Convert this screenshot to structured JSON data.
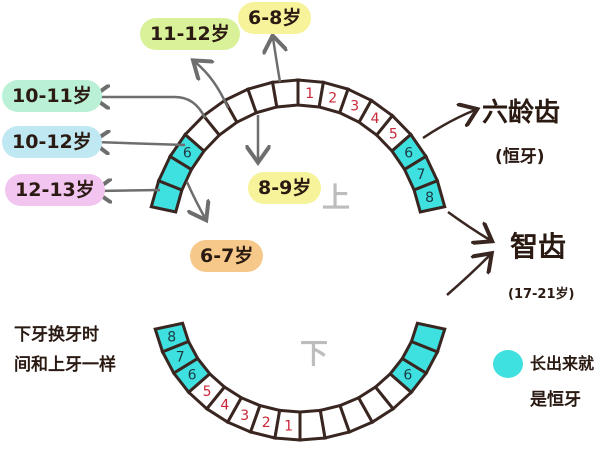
{
  "ages": {
    "a11_12": {
      "text": "11-12岁",
      "color": "#d9f29a"
    },
    "a6_8": {
      "text": "6-8岁",
      "color": "#f6f39a"
    },
    "a10_11": {
      "text": "10-11岁",
      "color": "#b9f0d6"
    },
    "a10_12": {
      "text": "10-12岁",
      "color": "#bfe8f3"
    },
    "a12_13": {
      "text": "12-13岁",
      "color": "#f1c5ef"
    },
    "a8_9": {
      "text": "8-9岁",
      "color": "#f6f39a"
    },
    "a6_7": {
      "text": "6-7岁",
      "color": "#f6c98a"
    }
  },
  "upper_label": "上",
  "lower_label": "下",
  "six_year_molar": {
    "title": "六龄齿",
    "sub": "(恒牙)"
  },
  "wisdom": {
    "title": "智齿",
    "sub": "(17-21岁)"
  },
  "lower_note": {
    "line1": "下牙换牙时",
    "line2": "间和上牙一样"
  },
  "legend": {
    "line1": "长出来就",
    "line2": "是恒牙",
    "color": "#3fe0e0"
  },
  "upper_teeth": [
    "",
    "",
    "6",
    "",
    "",
    "",
    "",
    "",
    "1",
    "2",
    "3",
    "4",
    "5",
    "6",
    "7",
    "8"
  ],
  "lower_teeth": [
    "8",
    "7",
    "6",
    "5",
    "4",
    "3",
    "2",
    "1",
    "",
    "",
    "",
    "",
    "",
    "6",
    "",
    ""
  ],
  "colors": {
    "permanent": "#3fe0e0",
    "number_red": "#c8283a",
    "outline": "#3a2620",
    "arrow": "#6e6e6e"
  }
}
